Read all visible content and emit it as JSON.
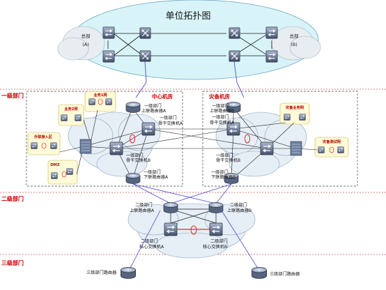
{
  "title": "单位拓扑图",
  "hq": {
    "left": [
      "总部",
      "(A)"
    ],
    "right": [
      "总部",
      "(B)"
    ]
  },
  "tiers": {
    "level1": "一级部门",
    "level2": "二级部门",
    "level3": "三级部门"
  },
  "rooms": {
    "center": "中心机房",
    "backup": "灾备机房"
  },
  "labels": {
    "center_upper_router": [
      "一级部门",
      "上联路由器A"
    ],
    "center_core_a": [
      "一级部门",
      "骨干交换机A"
    ],
    "center_core_b": [
      "一级部门",
      "骨干交换机B"
    ],
    "center_lower_router": [
      "一级部门",
      "下联路由器A"
    ],
    "backup_upper_router": [
      "一级部门",
      "上联路由器B",
      "一级部门"
    ],
    "backup_core": [
      "骨干交换机A"
    ],
    "backup_core_b": [
      "一级部门",
      "骨干交换机B"
    ],
    "backup_lower_router": [
      "一级部门",
      "下联路由器B"
    ],
    "l2_router_a": [
      "二级部门",
      "上联路由器A"
    ],
    "l2_router_b": [
      "二级部门",
      "上联路由器B"
    ],
    "l2_core_a": [
      "二级部门",
      "核心交换机A"
    ],
    "l2_core_b": [
      "二级部门",
      "核心交换机B"
    ],
    "l3_router_left": "三级部门路由器",
    "l3_router_right": "三级部门路由器"
  },
  "service_boxes": {
    "biz1": "业务1网",
    "biz2": "业务2网",
    "ext": "外联接入区",
    "dmz": "DMZ",
    "backup_biz": "灾备业务网",
    "backup_test": "灾备测试网"
  },
  "colors": {
    "hq_cloud": "#d8f4f8",
    "cloud": "#e6eef6",
    "tier_text": "#c00000",
    "room_text": "#d00000",
    "service_box": "#fffbd8",
    "link": "#1a1a1a",
    "wan_link": "#4b4bd6",
    "redundancy_link": "#e00000"
  }
}
